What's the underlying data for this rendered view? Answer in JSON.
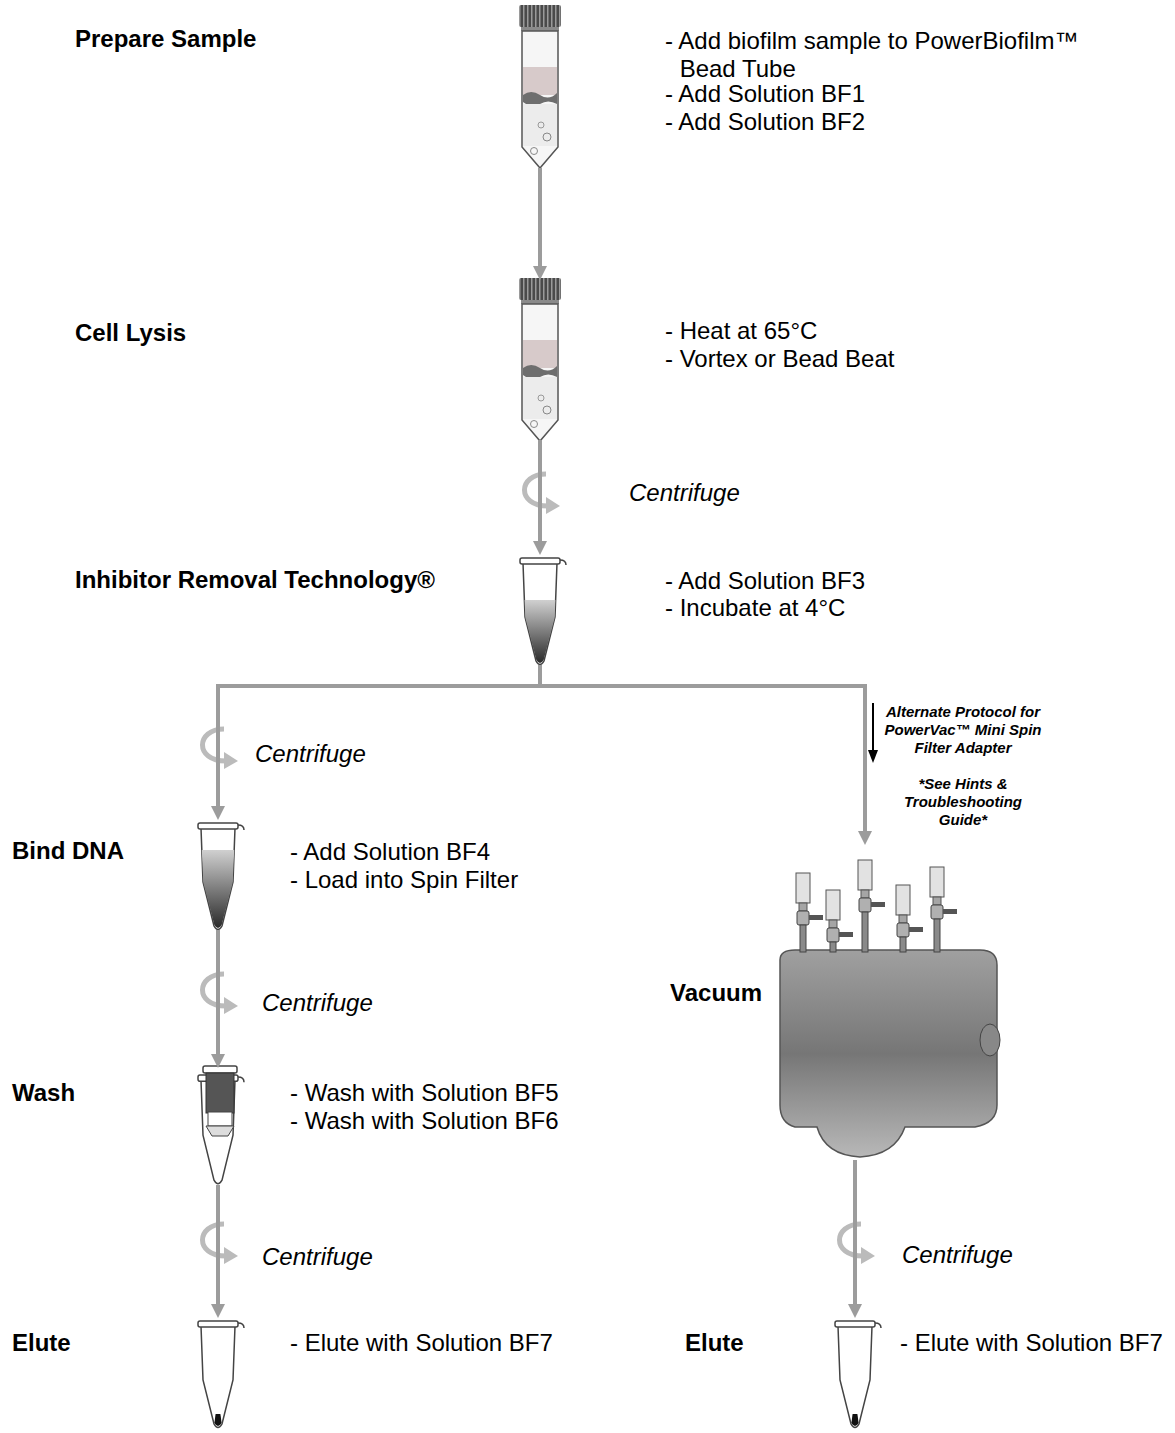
{
  "diagram": {
    "nodes": [
      {
        "text": [
          "Prepare Sample",
          "- Add biofilm sample to PowerBiofilm™ Bead Tube",
          "- Add Solution BF1",
          "- Add Solution BF2"
        ]
      },
      {
        "text": [
          "Cell Lysis",
          "- Heat at 65°C",
          "- Vortex or Bead Beat"
        ]
      },
      {
        "text": [
          "Inhibitor Removal Technology®",
          "- Add Solution BF3",
          "- Incubate at 4°C"
        ]
      },
      {
        "text": [
          "Bind DNA",
          "- Add Solution BF4",
          "- Load into Spin Filter"
        ]
      },
      {
        "text": [
          "Wash",
          "- Wash with Solution BF5",
          "- Wash with Solution BF6"
        ]
      },
      {
        "text": [
          "Elute",
          "- Elute with Solution BF7"
        ]
      },
      {
        "text": [
          "Vacuum"
        ]
      },
      {
        "text": [
          "Elute",
          "- Elute with Solution BF7"
        ]
      }
    ],
    "edges": [
      {
        "from": 0,
        "to": 1,
        "arrow": "to"
      },
      {
        "from": 1,
        "to": 2,
        "label": "Centrifuge",
        "arrow": "to"
      },
      {
        "from": 2,
        "to": 3,
        "label": "Centrifuge",
        "arrow": "to"
      },
      {
        "from": 2,
        "to": 6,
        "arrow": "to"
      },
      {
        "from": 3,
        "to": 4,
        "label": "Centrifuge",
        "arrow": "to"
      },
      {
        "from": 4,
        "to": 5,
        "label": "Centrifuge",
        "arrow": "to"
      },
      {
        "from": 6,
        "to": 7,
        "label": "Centrifuge",
        "arrow": "to"
      }
    ],
    "labels": [
      "Alternate Protocol for PowerVac™ Mini Spin Filter Adapter",
      "*See Hints & Troubleshooting Guide*"
    ]
  }
}
